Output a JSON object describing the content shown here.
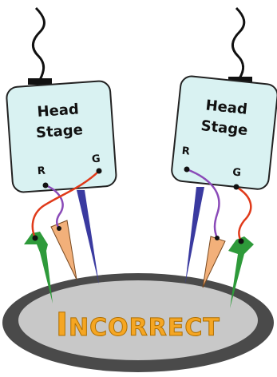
{
  "headstages": [
    {
      "line1": "Head",
      "line2": "Stage",
      "pin_r": "R",
      "pin_g": "G"
    },
    {
      "line1": "Head",
      "line2": "Stage",
      "pin_r": "R",
      "pin_g": "G"
    }
  ],
  "verdict": {
    "big_first": "I",
    "rest": "NCORRECT"
  },
  "colors": {
    "headstage_fill": "#d9f2f2",
    "headstage_stroke": "#222222",
    "dish_outer": "#4a4a4a",
    "dish_inner": "#c8c8c8",
    "recording_electrode": "#3a3aa0",
    "ground_electrode": "#2e9a3a",
    "reference_electrode": "#f2b07a",
    "wire_r": "#8a4ab8",
    "wire_g": "#e03a1a",
    "verdict_text": "#f5a623"
  }
}
